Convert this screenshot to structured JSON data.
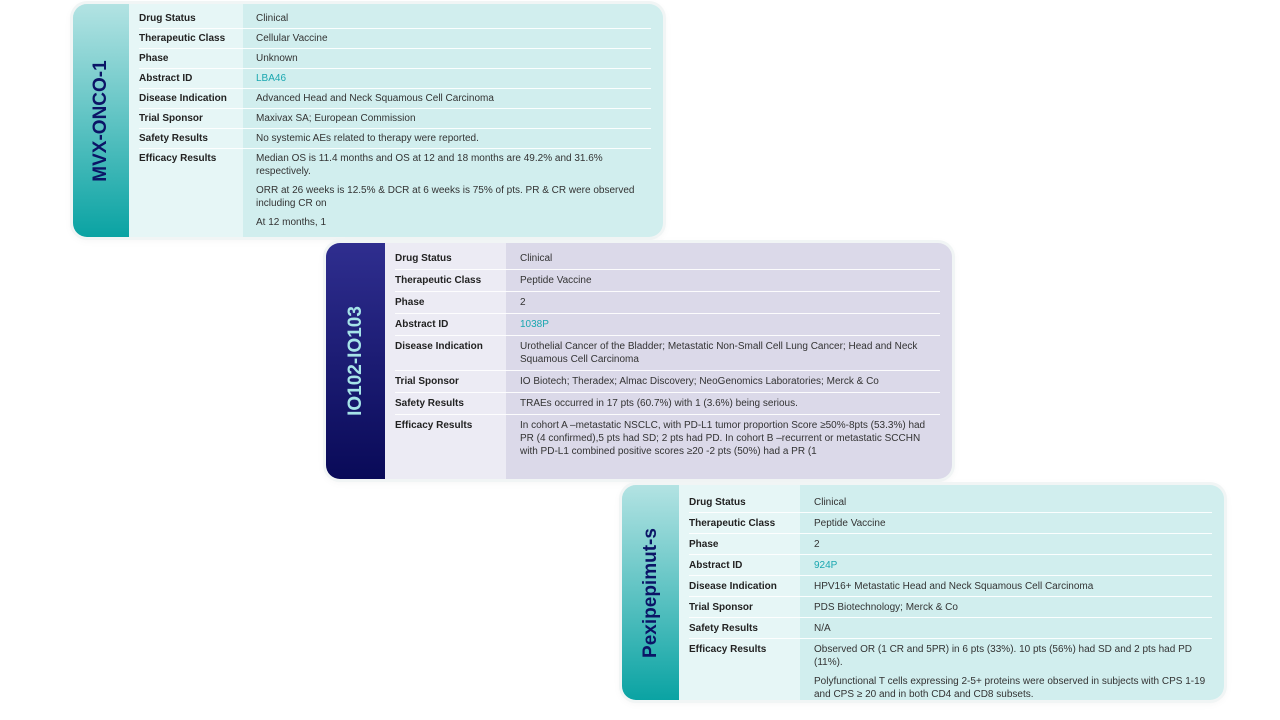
{
  "cards": [
    {
      "title": "MVX-ONCO-1",
      "rows": [
        {
          "label": "Drug Status",
          "values": [
            "Clinical"
          ]
        },
        {
          "label": "Therapeutic Class",
          "values": [
            "Cellular Vaccine"
          ]
        },
        {
          "label": "Phase",
          "values": [
            "Unknown"
          ]
        },
        {
          "label": "Abstract ID",
          "values": [
            "LBA46"
          ],
          "link": true
        },
        {
          "label": "Disease Indication",
          "values": [
            "Advanced Head and Neck Squamous Cell Carcinoma"
          ]
        },
        {
          "label": "Trial Sponsor",
          "values": [
            "Maxivax SA; European Commission"
          ]
        },
        {
          "label": "Safety Results",
          "values": [
            "No systemic AEs related to therapy were reported."
          ]
        },
        {
          "label": "Efficacy Results",
          "values": [
            "Median OS is 11.4 months and OS at 12 and 18 months are 49.2% and 31.6% respectively.",
            "ORR at 26 weeks is 12.5% & DCR at 6 weeks is 75% of pts. PR & CR were observed including CR on",
            "At 12 months, 1"
          ]
        }
      ]
    },
    {
      "title": "IO102-IO103",
      "rows": [
        {
          "label": "Drug Status",
          "values": [
            "Clinical"
          ]
        },
        {
          "label": "Therapeutic Class",
          "values": [
            "Peptide Vaccine"
          ]
        },
        {
          "label": "Phase",
          "values": [
            "2"
          ]
        },
        {
          "label": "Abstract ID",
          "values": [
            "1038P"
          ],
          "link": true
        },
        {
          "label": "Disease Indication",
          "values": [
            "Urothelial Cancer of the Bladder; Metastatic Non-Small Cell Lung Cancer; Head and Neck Squamous Cell Carcinoma"
          ]
        },
        {
          "label": "Trial Sponsor",
          "values": [
            "IO Biotech; Theradex; Almac Discovery; NeoGenomics Laboratories; Merck & Co"
          ]
        },
        {
          "label": "Safety Results",
          "values": [
            "TRAEs occurred in 17 pts (60.7%) with 1 (3.6%) being serious."
          ]
        },
        {
          "label": "Efficacy Results",
          "values": [
            "In cohort A –metastatic NSCLC, with PD-L1 tumor proportion Score ≥50%-8pts (53.3%) had PR (4 confirmed),5 pts had SD; 2 pts had PD. In cohort B –recurrent or metastatic SCCHN with PD-L1 combined positive scores ≥20 -2 pts (50%) had a PR (1"
          ]
        }
      ]
    },
    {
      "title": "Pexipepimut-s",
      "rows": [
        {
          "label": "Drug Status",
          "values": [
            "Clinical"
          ]
        },
        {
          "label": "Therapeutic Class",
          "values": [
            "Peptide Vaccine"
          ]
        },
        {
          "label": "Phase",
          "values": [
            "2"
          ]
        },
        {
          "label": "Abstract ID",
          "values": [
            "924P"
          ],
          "link": true
        },
        {
          "label": "Disease Indication",
          "values": [
            "HPV16+ Metastatic Head and Neck Squamous Cell Carcinoma"
          ]
        },
        {
          "label": "Trial Sponsor",
          "values": [
            "PDS Biotechnology; Merck & Co"
          ]
        },
        {
          "label": "Safety Results",
          "values": [
            "N/A"
          ]
        },
        {
          "label": "Efficacy Results",
          "values": [
            "Observed OR (1 CR and 5PR) in 6 pts (33%). 10 pts (56%) had SD and 2 pts had PD (11%).",
            "Polyfunctional T cells expressing 2-5+ proteins were observed in subjects with CPS 1-19 and CPS ≥ 20 and in both CD4 and CD8 subsets."
          ]
        }
      ]
    }
  ],
  "colors": {
    "teal": "#0aa3a3",
    "navy": "#0b1466",
    "link": "#1aa7b0",
    "purple_bg": "#dbd9e9"
  }
}
